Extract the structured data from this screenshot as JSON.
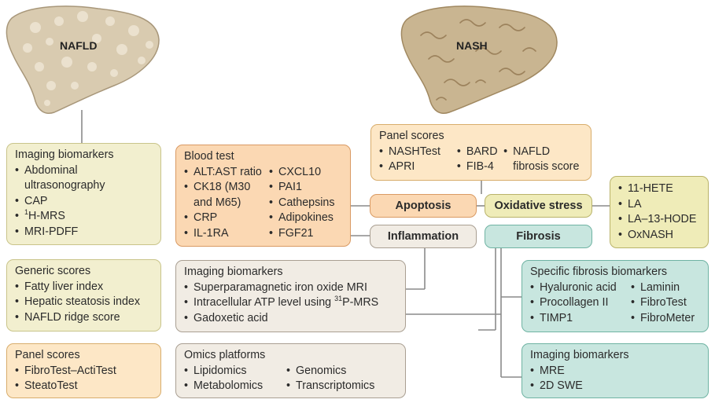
{
  "nafld_label": "NAFLD",
  "nash_label": "NASH",
  "imaging1": {
    "title": "Imaging biomarkers",
    "items": [
      "Abdominal ultrasonography",
      "CAP",
      "H-MRS",
      "MRI-PDFF"
    ],
    "h_mrs_sup": "1"
  },
  "generic_scores": {
    "title": "Generic scores",
    "items": [
      "Fatty liver index",
      "Hepatic steatosis index",
      "NAFLD ridge score"
    ]
  },
  "panel_scores_left": {
    "title": "Panel scores",
    "items": [
      "FibroTest–ActiTest",
      "SteatoTest"
    ]
  },
  "blood_test": {
    "title": "Blood test",
    "col1": [
      "ALT:AST ratio",
      "CK18 (M30 and M65)",
      "CRP",
      "IL-1RA"
    ],
    "col2": [
      "CXCL10",
      "PAI1",
      "Cathepsins",
      "Adipokines",
      "FGF21"
    ]
  },
  "imaging2": {
    "title": "Imaging biomarkers",
    "items": [
      "Superparamagnetic iron oxide MRI",
      "Intracellular ATP level using",
      "Gadoxetic acid"
    ],
    "p_mrs_sup": "31",
    "p_mrs_tail": "P-MRS"
  },
  "omics": {
    "title": "Omics platforms",
    "col1": [
      "Lipidomics",
      "Metabolomics"
    ],
    "col2": [
      "Genomics",
      "Transcriptomics"
    ]
  },
  "panel_scores_top": {
    "title": "Panel scores",
    "col1": [
      "NASHTest",
      "APRI"
    ],
    "col2": [
      "BARD",
      "FIB-4"
    ],
    "col3": [
      "NAFLD fibrosis score"
    ]
  },
  "apoptosis": "Apoptosis",
  "inflammation": "Inflammation",
  "oxidative_stress": "Oxidative stress",
  "fibrosis": "Fibrosis",
  "oxidative_markers": {
    "items": [
      "11-HETE",
      "LA",
      "LA–13-HODE",
      "OxNASH"
    ]
  },
  "specific_fibrosis": {
    "title": "Specific fibrosis biomarkers",
    "col1": [
      "Hyaluronic acid",
      "Procollagen II",
      "TIMP1"
    ],
    "col2": [
      "Laminin",
      "FibroTest",
      "FibroMeter"
    ]
  },
  "imaging3": {
    "title": "Imaging biomarkers",
    "items": [
      "MRE",
      "2D SWE"
    ]
  }
}
